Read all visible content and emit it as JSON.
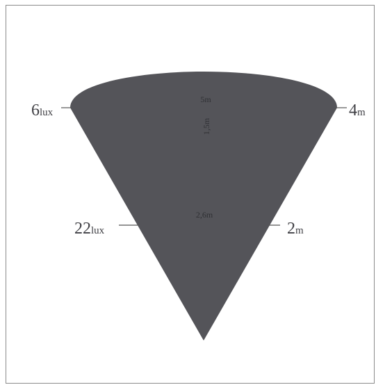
{
  "colors": {
    "cone_fill": "#545459",
    "tick": "#555555",
    "label": "#3f3f44",
    "inner_label": "#2f3034",
    "frame": "#8a8a8a"
  },
  "labels": {
    "left_top": {
      "value": "6",
      "unit": "lux"
    },
    "right_top": {
      "value": "4",
      "unit": "m"
    },
    "left_mid": {
      "value": "22",
      "unit": "lux"
    },
    "right_mid": {
      "value": "2",
      "unit": "m"
    },
    "inner_top_diameter": "5m",
    "inner_top_height": "1,5m",
    "inner_mid_diameter": "2,6m"
  }
}
